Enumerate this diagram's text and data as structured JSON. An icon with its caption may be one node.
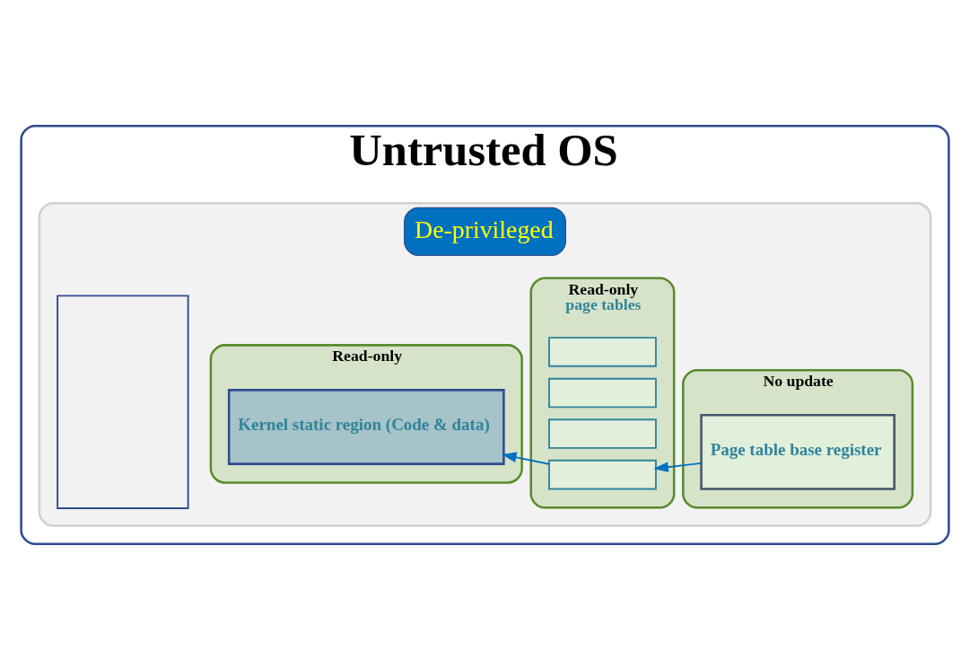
{
  "diagram": {
    "nodes": [
      {
        "text": [
          "Untrusted OS"
        ]
      },
      {
        "text": [
          "De-privileged"
        ],
        "in": 0
      },
      {
        "text": [],
        "shape": "box",
        "in": 1
      },
      {
        "text": [
          "Read-only"
        ],
        "in": 1
      },
      {
        "text": [
          "Kernel static region (Code & data)"
        ],
        "in": 3
      },
      {
        "text": [
          "Read-only",
          "page tables"
        ],
        "in": 1
      },
      {
        "text": [],
        "shape": "box",
        "in": 5
      },
      {
        "text": [],
        "shape": "box",
        "in": 5
      },
      {
        "text": [],
        "shape": "box",
        "in": 5
      },
      {
        "text": [],
        "shape": "box",
        "in": 5
      },
      {
        "text": [
          "No update"
        ],
        "in": 1
      },
      {
        "text": [
          "Page table base register"
        ],
        "in": 10
      }
    ],
    "edges": [
      {
        "from": 9,
        "to": 4,
        "arrow": "to",
        "color": "#0070c0"
      },
      {
        "from": 11,
        "to": 9,
        "arrow": "to",
        "color": "#0070c0"
      }
    ]
  }
}
